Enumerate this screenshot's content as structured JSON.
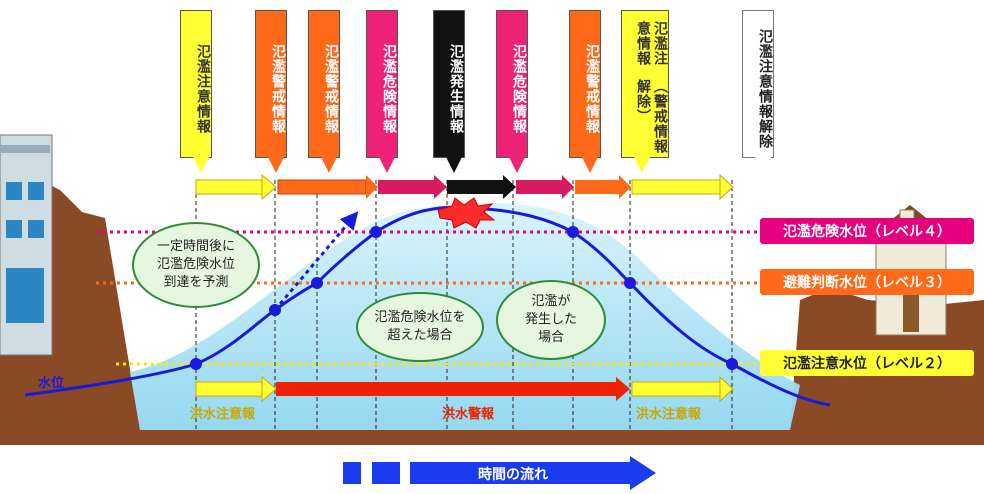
{
  "flags": [
    {
      "text": "氾濫注意情報"
    },
    {
      "text": "氾濫警戒情報"
    },
    {
      "text": "氾濫警戒情報"
    },
    {
      "text": "氾濫危険情報"
    },
    {
      "text": "氾濫発生情報"
    },
    {
      "text": "氾濫危険情報"
    },
    {
      "text": "氾濫警戒情報"
    },
    {
      "text": "氾濫注意情報",
      "sub": "（警戒情報解除）"
    },
    {
      "text": "氾濫注意情報解除"
    }
  ],
  "levels": {
    "level4": "氾濫危険水位（レベル４）",
    "level3": "避難判断水位（レベル３）",
    "level2": "氾濫注意水位（レベル２）"
  },
  "water_label": "水位",
  "bubbles": {
    "predict": "一定時間後に\n氾濫危険水位\n到達を予測",
    "exceed": "氾濫危険水位を\n超えた場合",
    "flood": "氾濫が\n発生した\n場合"
  },
  "bottom_labels": {
    "left": "洪水注意報",
    "middle": "洪水警報",
    "right": "洪水注意報"
  },
  "time_flow": "時間の流れ",
  "colors": {
    "yellow": "#ffff33",
    "orange": "#ff6a1a",
    "pink": "#ee2277",
    "black": "#111111",
    "red": "#ee2200",
    "blue": "#1a1adb",
    "level4": "#e6007e",
    "level3": "#ff6a1a",
    "level2": "#ffff00"
  }
}
